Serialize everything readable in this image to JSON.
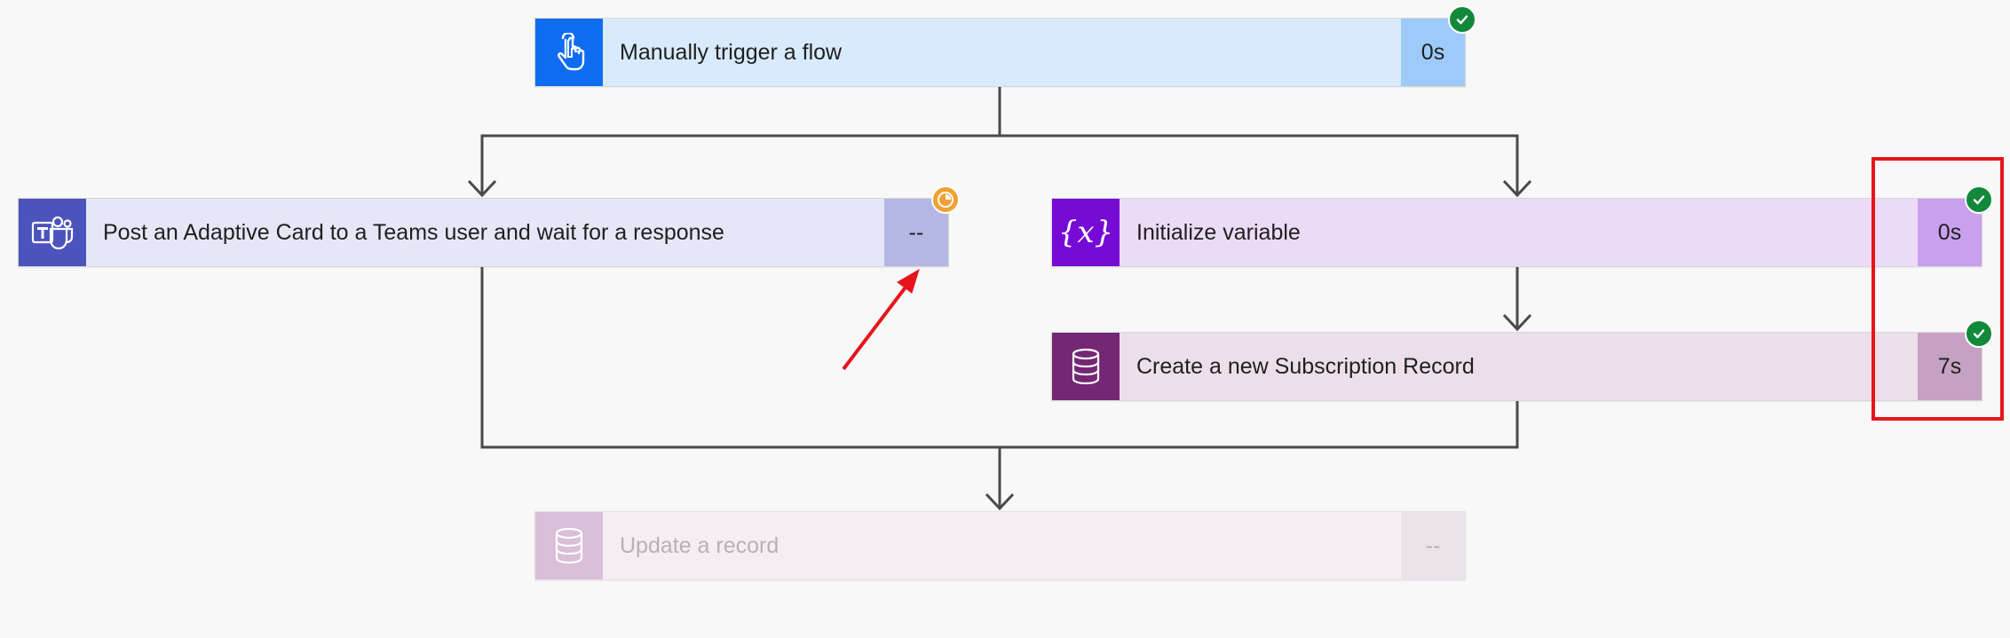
{
  "flow": {
    "steps": [
      {
        "id": "trigger",
        "title": "Manually trigger a flow",
        "duration": "0s",
        "status": "succeeded",
        "icon": "touch-hand-icon",
        "accent": "#0f6cf0"
      },
      {
        "id": "teams",
        "title": "Post an Adaptive Card to a Teams user and wait for a response",
        "duration": "--",
        "status": "running",
        "icon": "teams-icon",
        "accent": "#4b53bc"
      },
      {
        "id": "init",
        "title": "Initialize variable",
        "duration": "0s",
        "status": "succeeded",
        "icon": "variable-icon",
        "accent": "#770bd6"
      },
      {
        "id": "create",
        "title": "Create a new Subscription Record",
        "duration": "7s",
        "status": "succeeded",
        "icon": "dataverse-database-icon",
        "accent": "#742774"
      },
      {
        "id": "update",
        "title": "Update a record",
        "duration": "--",
        "status": "not-run",
        "icon": "dataverse-database-icon",
        "accent": "#d9bfd8"
      }
    ]
  },
  "colors": {
    "success": "#12893a",
    "running": "#f2a033",
    "annotation": "#e8141c",
    "connector": "#4a4a4a"
  }
}
